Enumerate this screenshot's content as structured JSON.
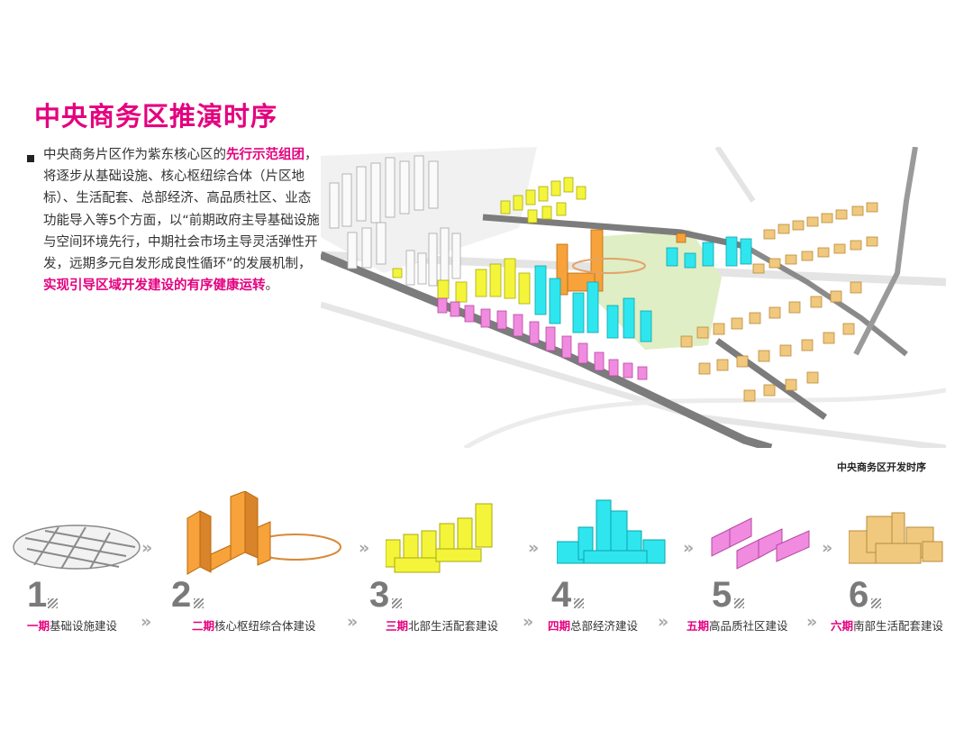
{
  "title": "中央商务区推演时序",
  "description": {
    "part1": "中央商务片区作为紫东核心区的",
    "em1": "先行示范组团",
    "part2": "，将逐步从基础设施、核心枢纽综合体（片区地标）、生活配套、总部经济、高品质社区、业态功能导入等5个方面，以“前期政府主导基础设施与空间环境先行，中期社会市场主导灵活弹性开发，远期多元自发形成良性循环”的发展机制，",
    "em2": "实现引导区域开发建设的有序健康运转",
    "part3": "。"
  },
  "map_caption": "中央商务区开发时序",
  "colors": {
    "accent": "#e4007f",
    "phase1": "#9a9a9a",
    "phase2": "#f7a23a",
    "phase3": "#f4f53a",
    "phase4": "#2fe6ee",
    "phase5": "#f08be0",
    "phase6": "#f0c87e"
  },
  "chevron": "»",
  "phases": [
    {
      "num": "1",
      "phase": "一期",
      "label": "基础设施建设"
    },
    {
      "num": "2",
      "phase": "二期",
      "label": "核心枢纽综合体建设"
    },
    {
      "num": "3",
      "phase": "三期",
      "label": "北部生活配套建设"
    },
    {
      "num": "4",
      "phase": "四期",
      "label": "总部经济建设"
    },
    {
      "num": "5",
      "phase": "五期",
      "label": "高品质社区建设"
    },
    {
      "num": "6",
      "phase": "六期",
      "label": "南部生活配套建设"
    }
  ]
}
